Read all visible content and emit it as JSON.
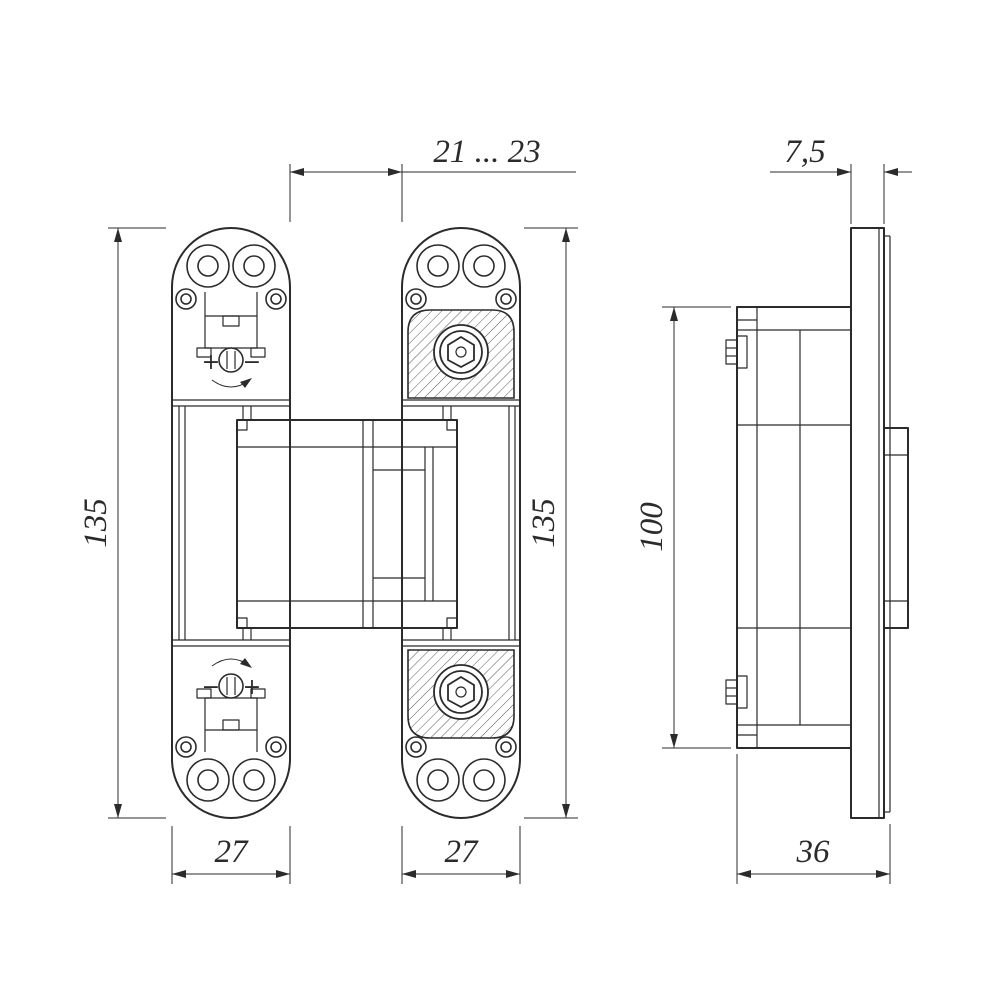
{
  "drawing": {
    "type": "technical-drawing",
    "subject": "concealed-door-hinge",
    "dimensions": {
      "plate_gap": "21 ... 23",
      "plate_thickness": "7,5",
      "left_plate_height": "135",
      "right_plate_height": "135",
      "body_height": "100",
      "left_plate_width": "27",
      "right_plate_width": "27",
      "side_depth": "36"
    },
    "adjustment_labels": {
      "top_plus": "+",
      "top_minus": "−",
      "bottom_minus": "−",
      "bottom_plus": "+"
    },
    "colors": {
      "line": "#2b2b2b",
      "background": "#ffffff"
    }
  }
}
